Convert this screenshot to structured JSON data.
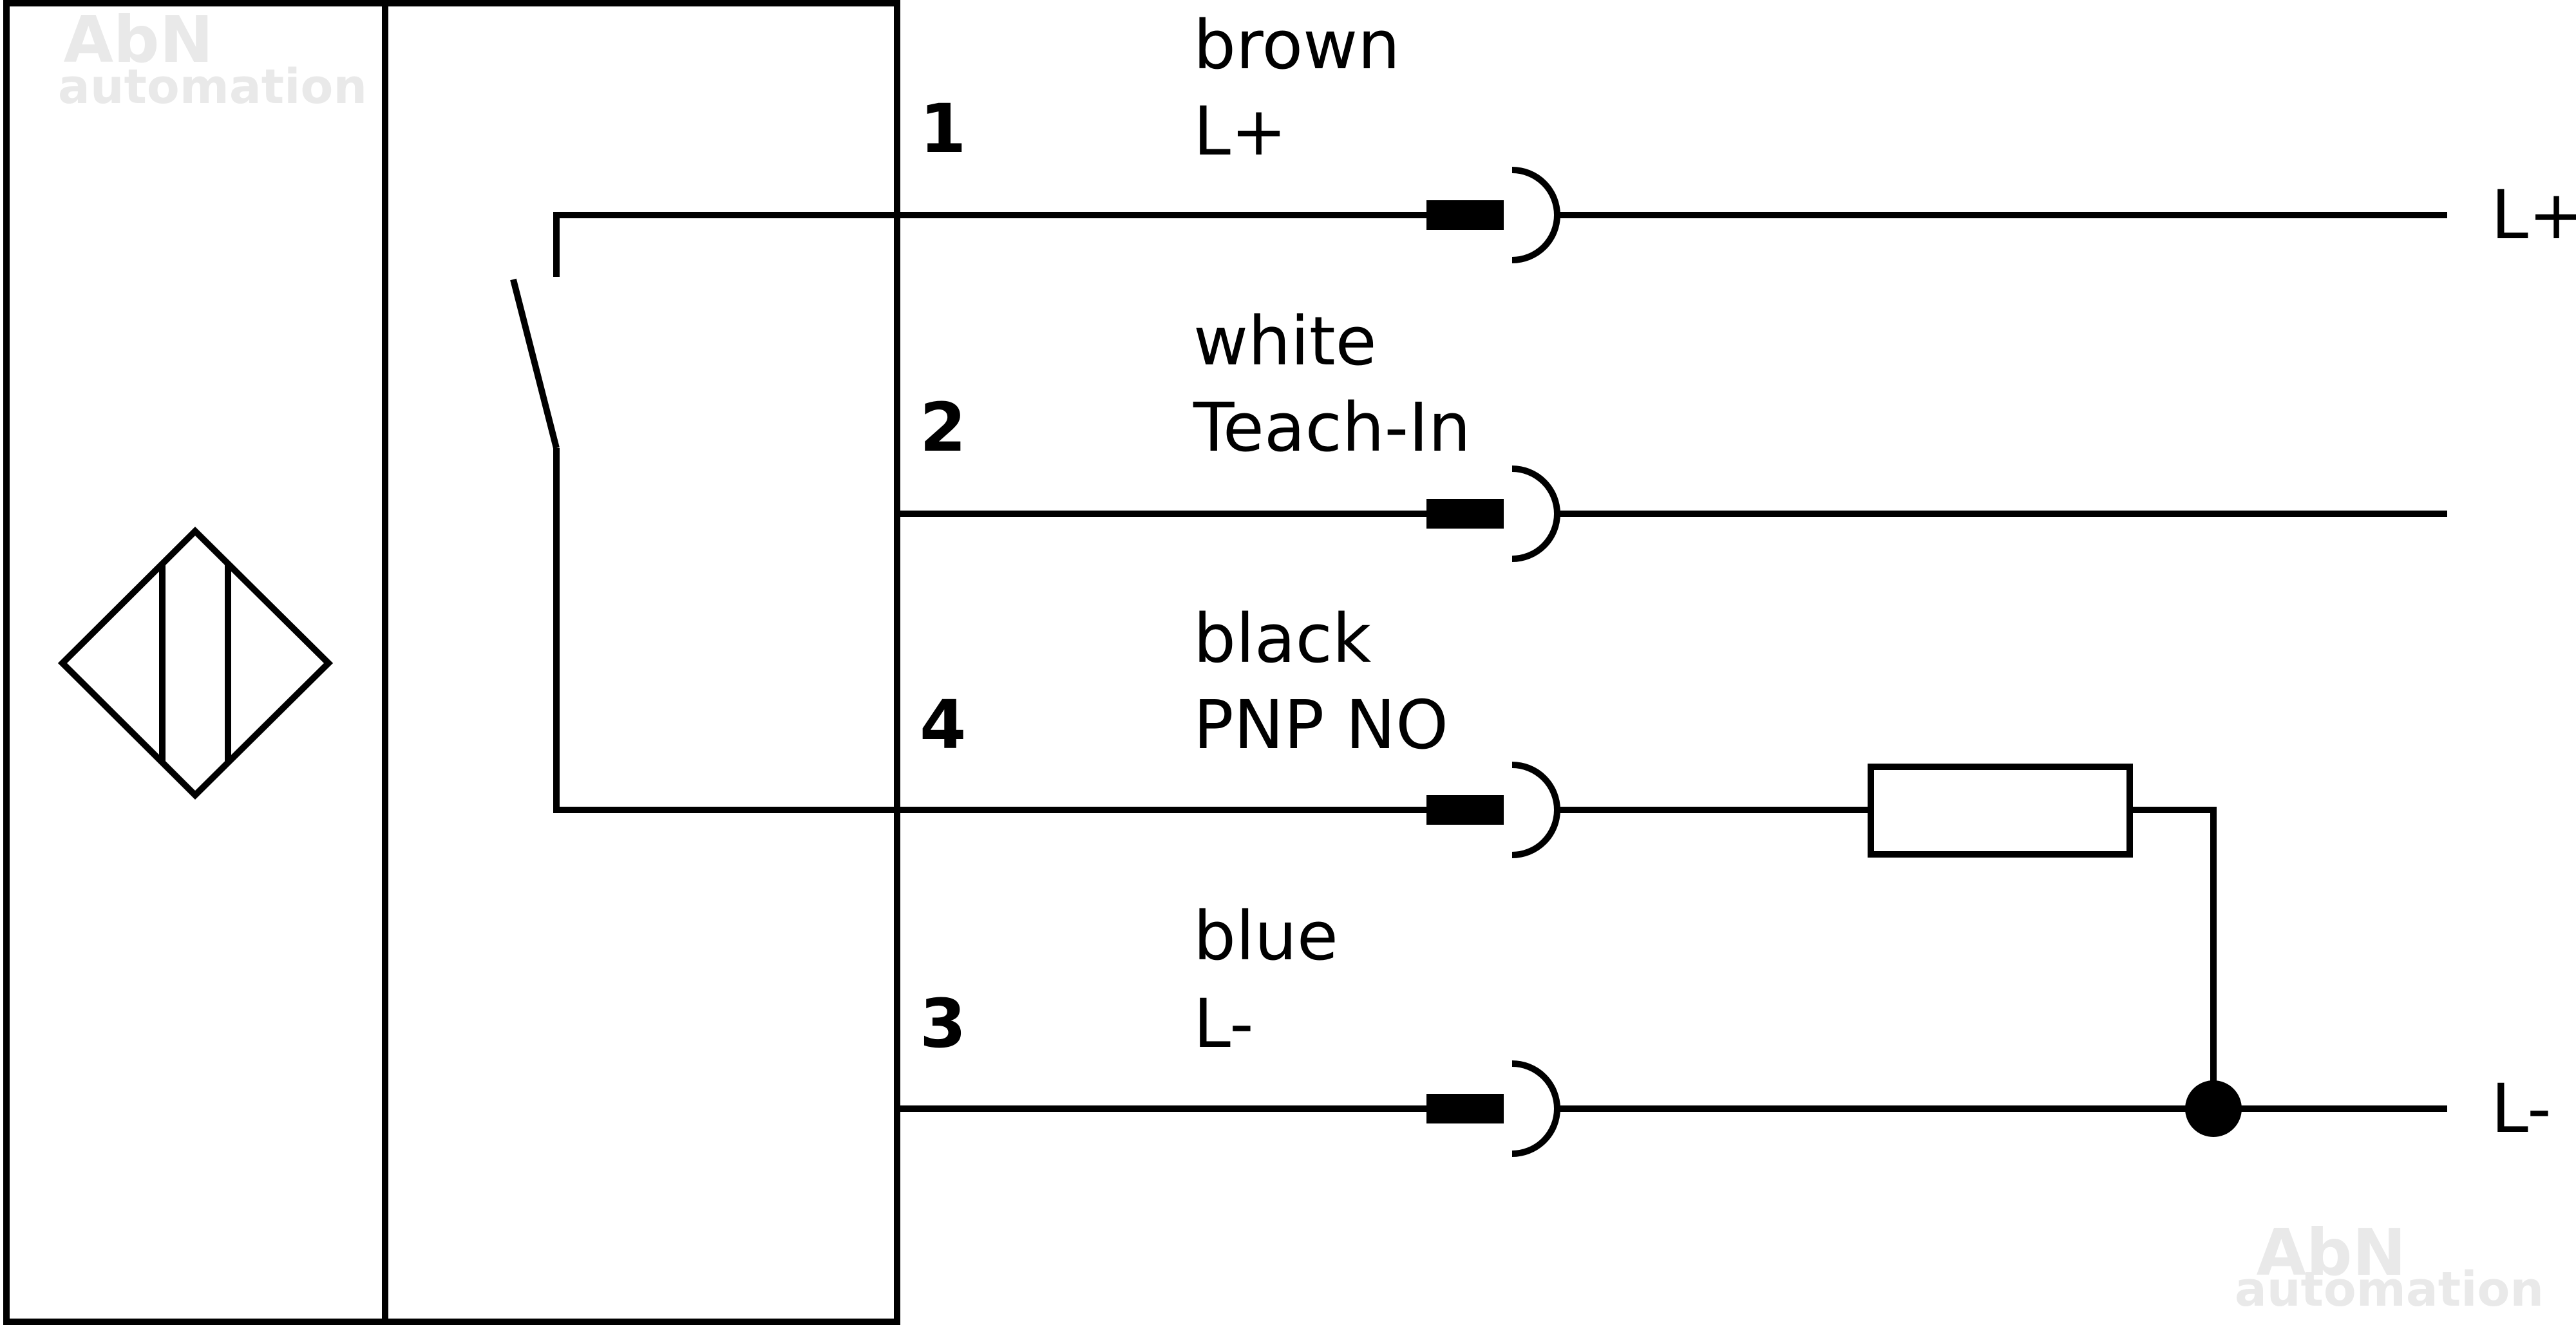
{
  "watermark": {
    "line1": "AbN",
    "line2": "automation"
  },
  "pins": [
    {
      "number": "1",
      "color": "brown",
      "function": "L+",
      "terminal_label": "L+"
    },
    {
      "number": "2",
      "color": "white",
      "function": "Teach-In",
      "terminal_label": ""
    },
    {
      "number": "4",
      "color": "black",
      "function": "PNP NO",
      "terminal_label": ""
    },
    {
      "number": "3",
      "color": "blue",
      "function": "L-",
      "terminal_label": "L-"
    }
  ],
  "icons": {
    "sensor_symbol": "inductive-sensor-diamond-icon",
    "switch": "normally-open-switch-icon",
    "connector": "plug-connector-icon",
    "load": "load-resistor-icon",
    "junction": "junction-dot-icon"
  }
}
